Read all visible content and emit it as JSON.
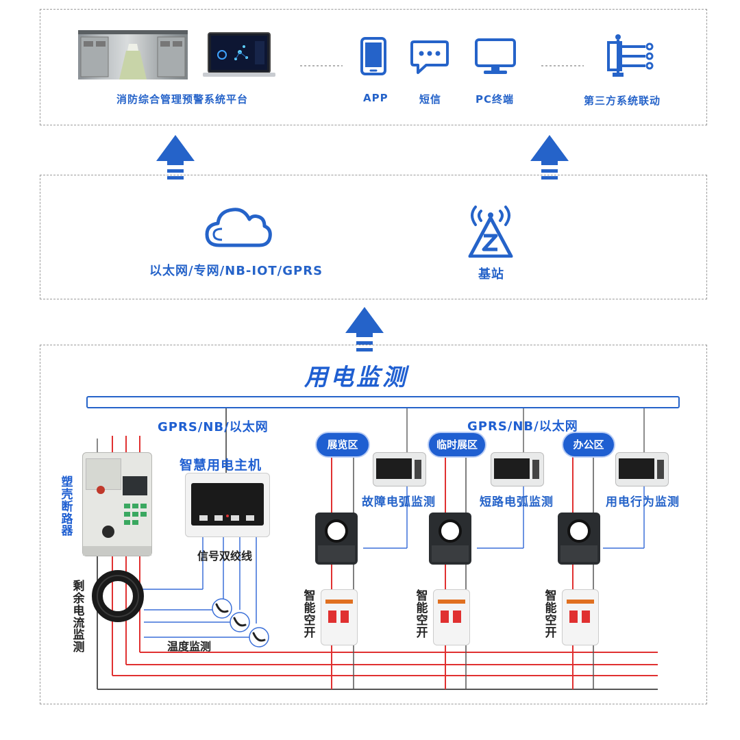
{
  "top": {
    "platform_label": "消防综合管理预警系统平台",
    "app_label": "APP",
    "sms_label": "短信",
    "pc_label": "PC终端",
    "third_party_label": "第三方系统联动"
  },
  "network": {
    "net_label": "以太网/专网/NB-IOT/GPRS",
    "station_label": "基站"
  },
  "bottom": {
    "title": "用电监测",
    "bus_label_left": "GPRS/NB/以太网",
    "bus_label_right": "GPRS/NB/以太网",
    "breaker_label": "塑壳断路器",
    "host_label": "智慧用电主机",
    "signal_label": "信号双绞线",
    "residual_label": "剩余电流监测",
    "temp_label": "温度监测",
    "zones": [
      {
        "name": "展览区",
        "monitor": "故障电弧监测",
        "switch": "智能空开"
      },
      {
        "name": "临时展区",
        "monitor": "短路电弧监测",
        "switch": "智能空开"
      },
      {
        "name": "办公区",
        "monitor": "用电行为监测",
        "switch": "智能空开"
      }
    ]
  },
  "colors": {
    "accent": "#1f5fd1",
    "wire_red": "#e03030",
    "wire_blue": "#3a6fd8",
    "wire_gray": "#666666"
  },
  "icons": [
    "server-room-photo",
    "laptop-icon",
    "phone-icon",
    "chat-icon",
    "monitor-icon",
    "third-party-icon",
    "cloud-icon",
    "base-station-icon",
    "up-arrow-icon"
  ]
}
